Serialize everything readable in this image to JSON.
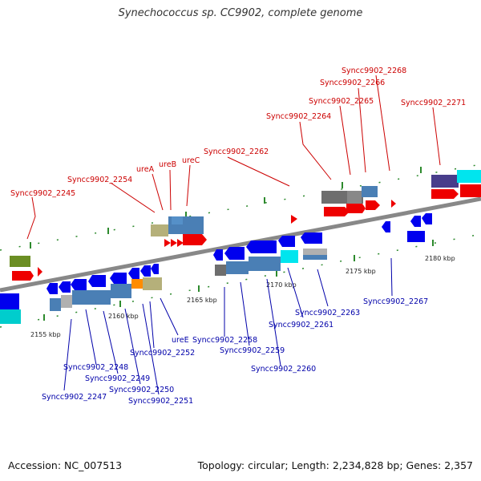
{
  "title": "Synechococcus sp. CC9902, complete genome",
  "footer": {
    "accession": "Accession: NC_007513",
    "stats": "Topology: circular; Length: 2,234,828 bp; Genes: 2,357"
  },
  "colors": {
    "plus_label": "#cc0000",
    "minus_label": "#0000aa",
    "backbone": "#888888",
    "tick": "#2d8a2d"
  },
  "ticks": [
    "2155 kbp",
    "2160 kbp",
    "2165 kbp",
    "2170 kbp",
    "2175 kbp",
    "2180 kbp"
  ],
  "labels_top": [
    "Syncc9902_2245",
    "Syncc9902_2254",
    "ureA",
    "ureB",
    "ureC",
    "Syncc9902_2262",
    "Syncc9902_2264",
    "Syncc9902_2265",
    "Syncc9902_2266",
    "Syncc9902_2268",
    "Syncc9902_2271"
  ],
  "labels_bottom": [
    "Syncc9902_2247",
    "Syncc9902_2248",
    "Syncc9902_2249",
    "Syncc9902_2250",
    "Syncc9902_2251",
    "Syncc9902_2252",
    "ureE",
    "Syncc9902_2258",
    "Syncc9902_2259",
    "Syncc9902_2260",
    "Syncc9902_2261",
    "Syncc9902_2263",
    "Syncc9902_2267"
  ]
}
